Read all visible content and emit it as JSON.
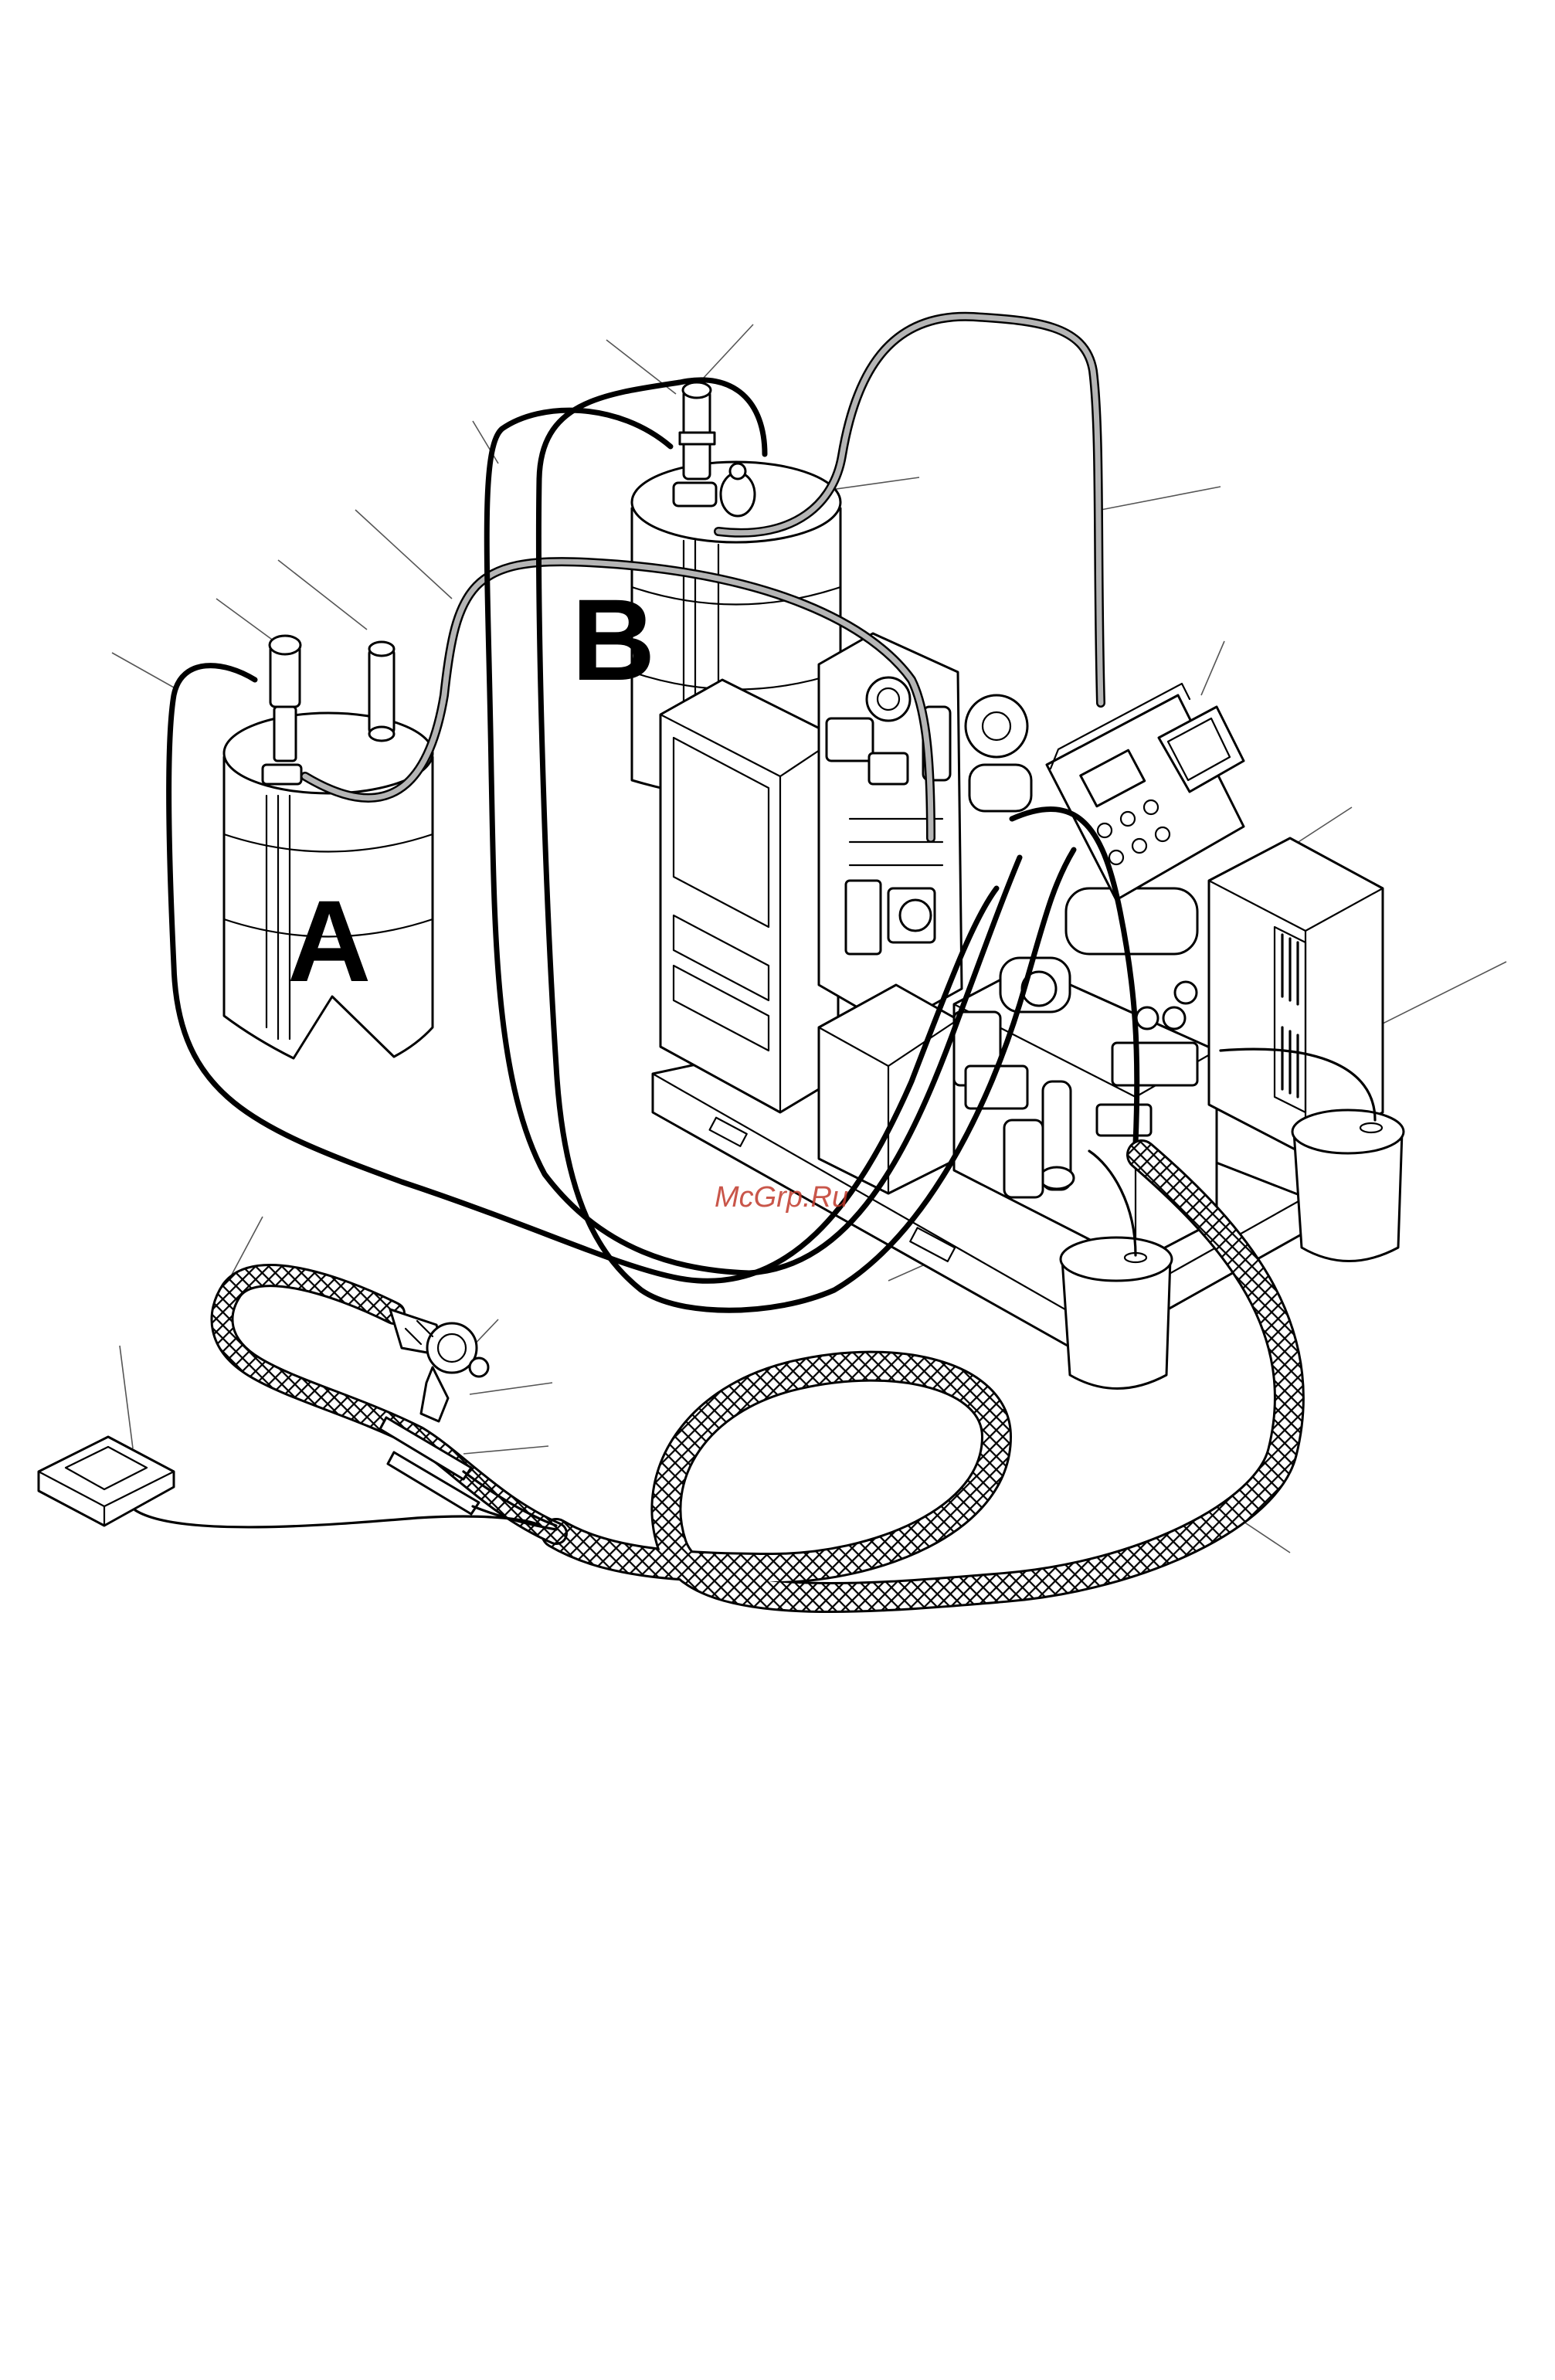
{
  "labels": {
    "drum_a": "A",
    "drum_b": "B"
  },
  "watermark": "McGrp.Ru",
  "colors": {
    "line": "#000000",
    "supply_hose": "#b5b5b5",
    "watermark": "#c0392b"
  },
  "icons": {
    "display": "display-module-icon",
    "gun": "spray-gun-icon",
    "remote": "remote-display-icon"
  }
}
